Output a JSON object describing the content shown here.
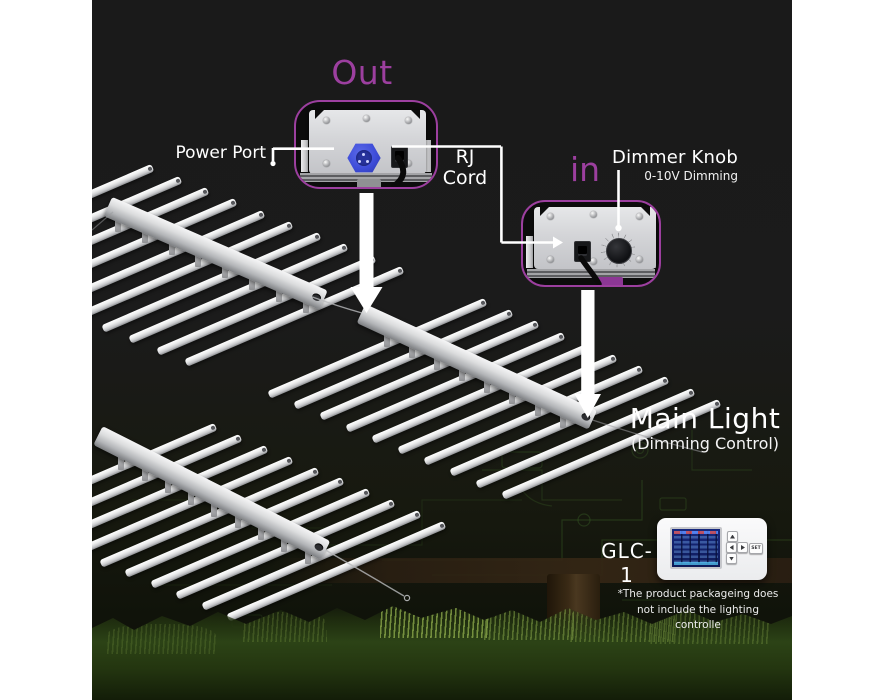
{
  "colors": {
    "accent_purple": "#9c3f9f",
    "border_purple": "#8f3a97",
    "tab_purple": "#8c3795",
    "connector_blue": "#3d4cd8",
    "screen_navy": "#14247a",
    "scene_background": "#1a1a1a"
  },
  "callouts": {
    "out": {
      "label": "Out"
    },
    "in": {
      "label": "in"
    },
    "power_port": {
      "label": "Power Port"
    },
    "rj_cord": {
      "line1": "RJ",
      "line2": "Cord"
    },
    "dimmer": {
      "label": "Dimmer Knob",
      "sublabel": "0-10V Dimming"
    }
  },
  "main_light": {
    "label": "Main Light",
    "sublabel": "(Dimming Control)"
  },
  "controller": {
    "label": "GLC-1",
    "buttons": {
      "up": "up-arrow",
      "down": "down-arrow",
      "left": "left-arrow",
      "right": "right-arrow",
      "set": "SET"
    },
    "set_label": "SET"
  },
  "disclaimer": {
    "line1": "*The product packageing does",
    "line2": "not include the lighting controlle"
  }
}
